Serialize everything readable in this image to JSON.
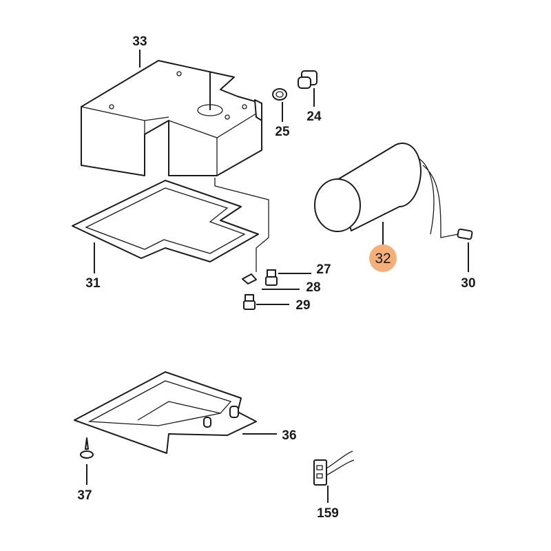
{
  "diagram": {
    "highlight_color": "#f5b07a",
    "highlighted_part": "32",
    "parts": [
      {
        "id": "33",
        "label": "33"
      },
      {
        "id": "24",
        "label": "24"
      },
      {
        "id": "25",
        "label": "25"
      },
      {
        "id": "32",
        "label": "32"
      },
      {
        "id": "27",
        "label": "27"
      },
      {
        "id": "28",
        "label": "28"
      },
      {
        "id": "29",
        "label": "29"
      },
      {
        "id": "31",
        "label": "31"
      },
      {
        "id": "30",
        "label": "30"
      },
      {
        "id": "36",
        "label": "36"
      },
      {
        "id": "37",
        "label": "37"
      },
      {
        "id": "159",
        "label": "159"
      }
    ]
  }
}
